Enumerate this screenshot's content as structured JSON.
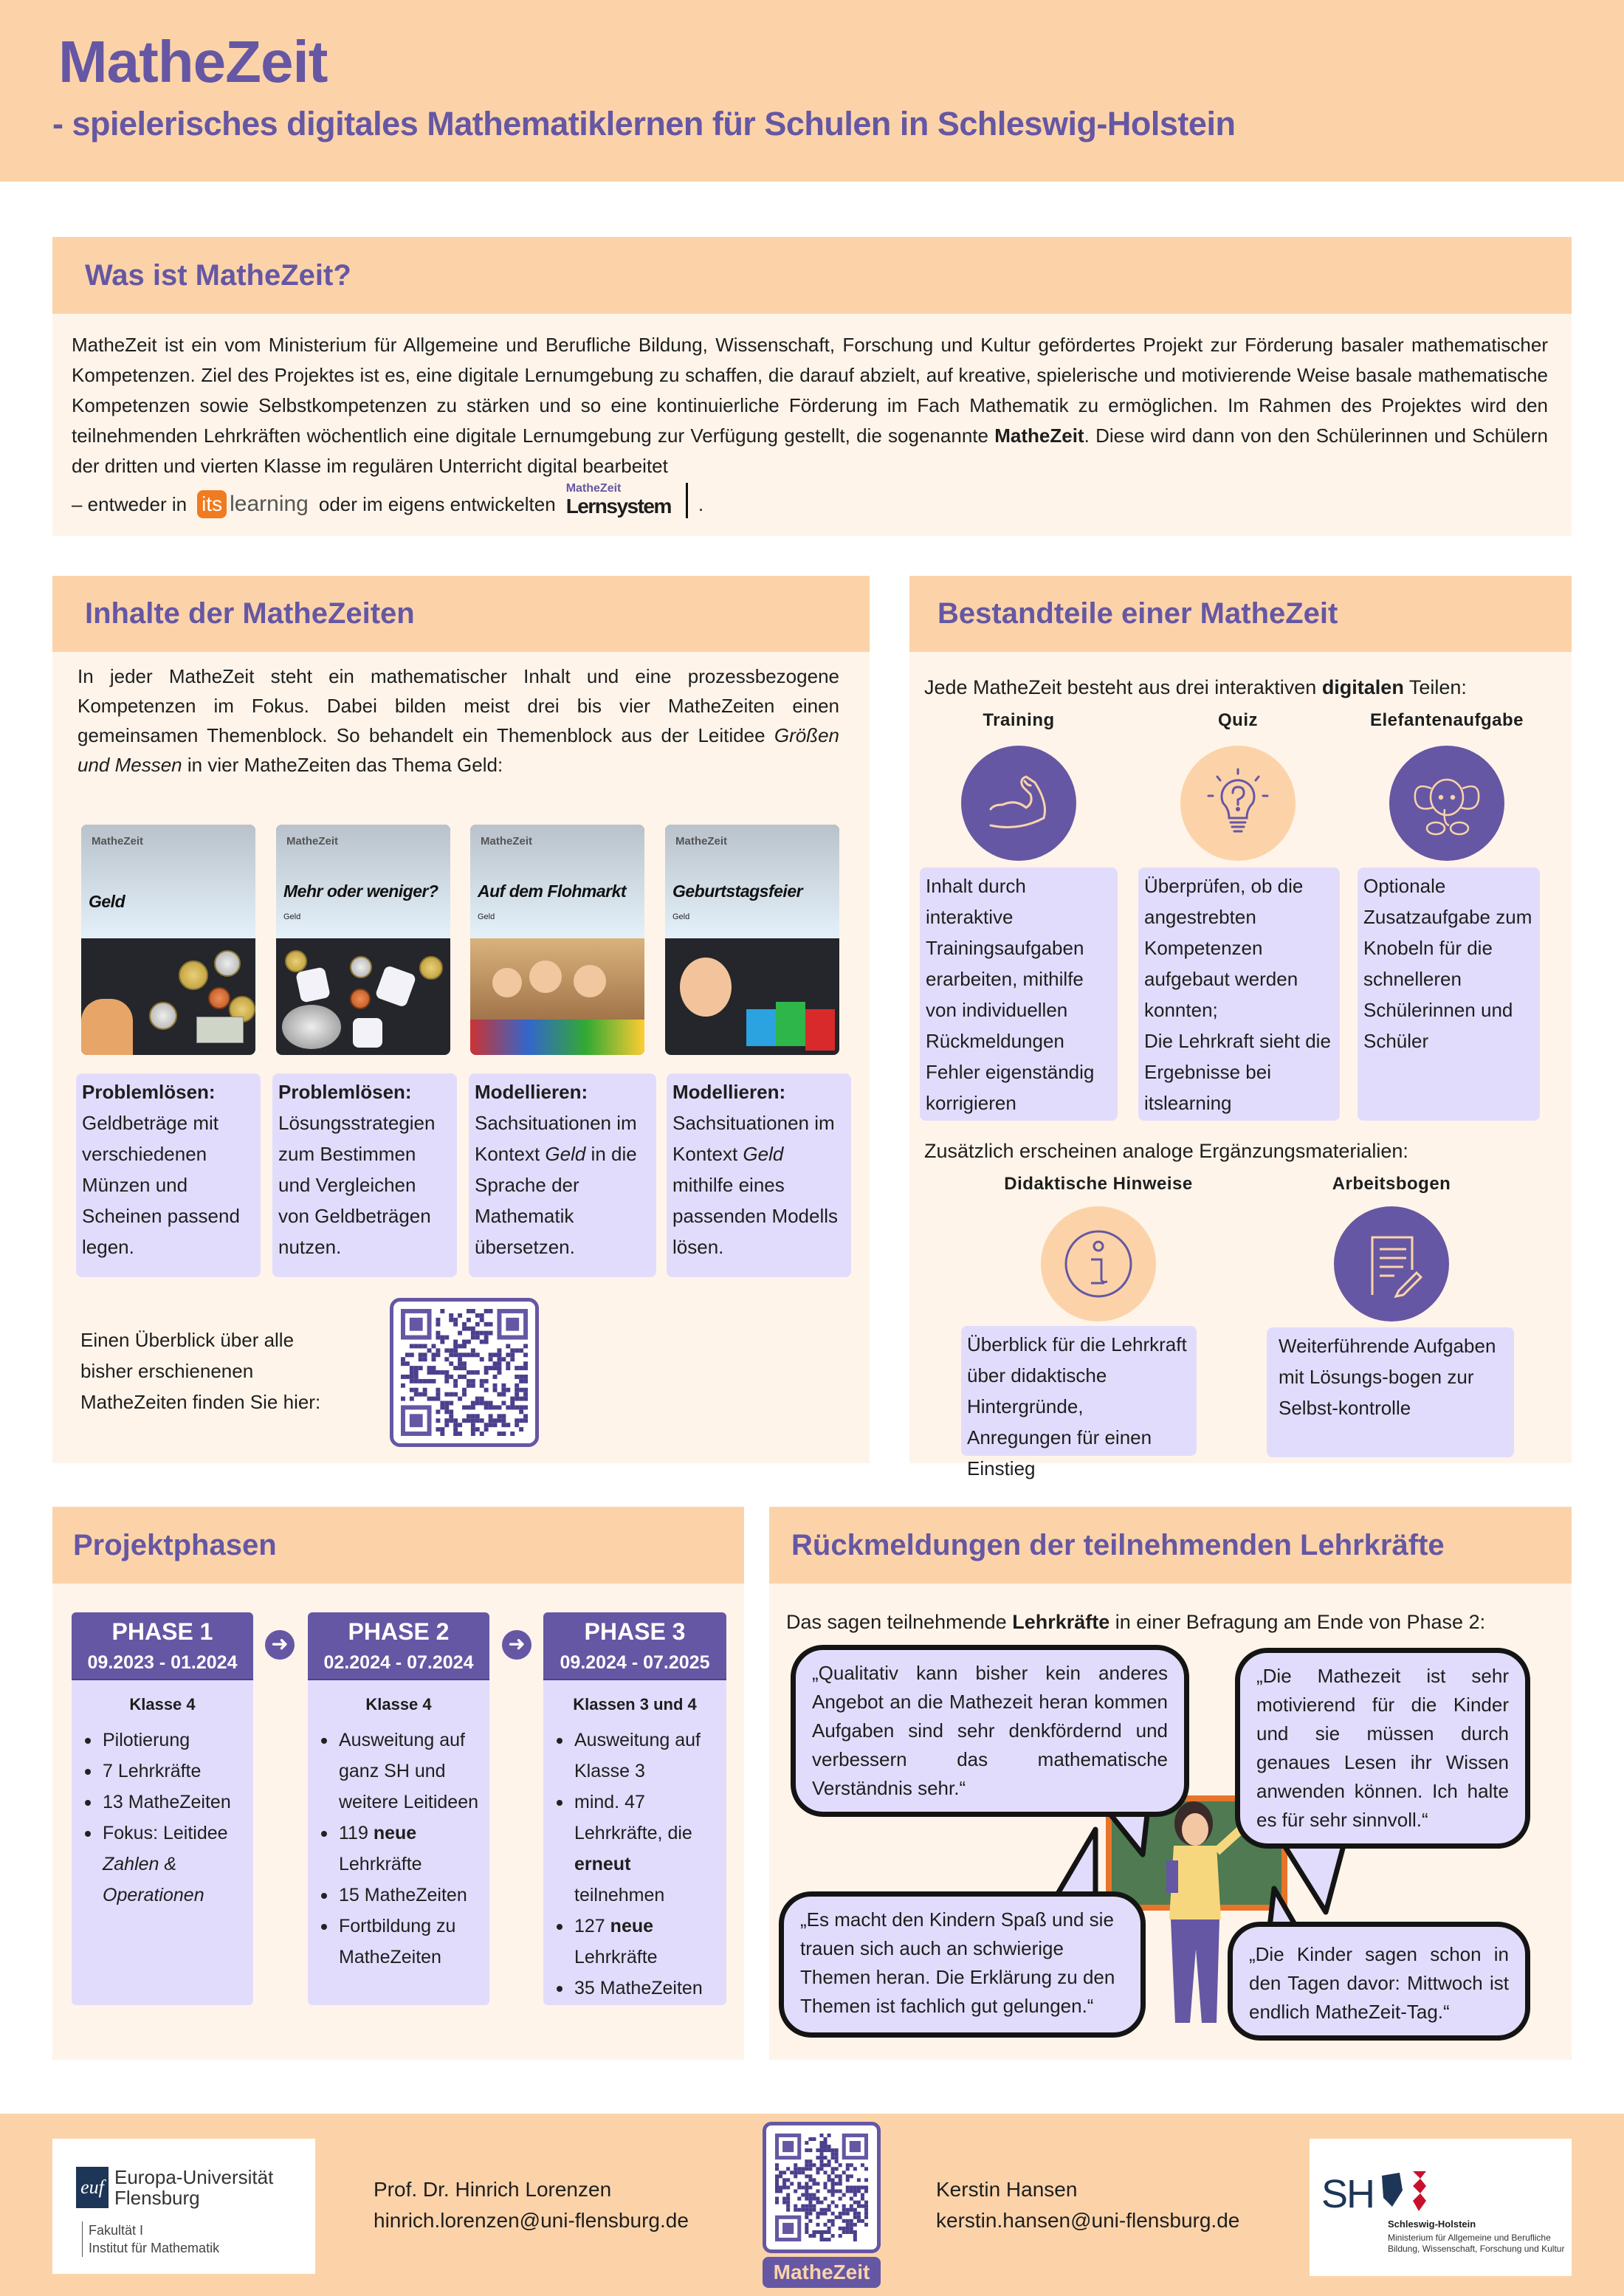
{
  "header": {
    "title": "MatheZeit",
    "subtitle": "- spielerisches digitales Mathematiklernen für Schulen in Schleswig-Holstein"
  },
  "intro": {
    "heading": "Was ist MatheZeit?",
    "p1": "MatheZeit ist ein vom Ministerium für Allgemeine und Berufliche Bildung, Wissenschaft, Forschung und Kultur gefördertes Projekt zur Förderung basaler mathematischer Kompetenzen. Ziel des Projektes ist es, eine digitale Lernumgebung zu schaffen, die darauf abzielt, auf kreative, spielerische und motivierende Weise basale mathematische Kompetenzen sowie Selbstkompetenzen zu stärken und so eine kontinuierliche Förderung im Fach Mathematik zu ermöglichen. Im Rahmen des Projektes wird den teilnehmenden Lehrkräften wöchentlich eine digitale Lernumgebung zur Verfügung gestellt, die sogenannte ",
    "bold": "MatheZeit",
    "p2": ". Diese wird dann von den Schülerinnen und Schülern der dritten und vierten Klasse im regulären Unterricht digital bearbeitet",
    "p3": "– entweder in",
    "its": "its",
    "learning": "learning",
    "p4": "oder im eigens entwickelten",
    "lern_top": "MatheZeit",
    "lern_main": "Lernsystem",
    "p5": "."
  },
  "inhalte": {
    "heading": "Inhalte der MatheZeiten",
    "p1": "In jeder MatheZeit steht ein mathematischer Inhalt und eine prozessbezogene Kompetenzen im Fokus. Dabei bilden meist drei bis vier MatheZeiten einen gemeinsamen Themenblock. So behandelt ein Themenblock aus der Leitidee ",
    "italic": "Größen und Messen",
    "p2": " in vier MatheZeiten das Thema Geld:",
    "tiles": [
      {
        "brand": "MatheZeit",
        "title": "Geld",
        "sub": ""
      },
      {
        "brand": "MatheZeit",
        "title": "Mehr oder weniger?",
        "sub": "Geld"
      },
      {
        "brand": "MatheZeit",
        "title": "Auf dem Flohmarkt",
        "sub": "Geld"
      },
      {
        "brand": "MatheZeit",
        "title": "Geburtstagsfeier",
        "sub": "Geld"
      }
    ],
    "cards": [
      {
        "head": "Problemlösen:",
        "a": "Geldbeträge mit verschiedenen Münzen und Scheinen passend legen.",
        "i": "",
        "b": ""
      },
      {
        "head": "Problemlösen:",
        "a": "Lösungsstrategien zum Bestimmen und Vergleichen von Geldbeträgen nutzen.",
        "i": "",
        "b": ""
      },
      {
        "head": "Modellieren:",
        "a": "Sachsituationen im Kontext ",
        "i": "Geld",
        "b": " in die Sprache der Mathematik übersetzen."
      },
      {
        "head": "Modellieren:",
        "a": "Sachsituationen im Kontext ",
        "i": "Geld",
        "b": " mithilfe eines passenden Modells lösen."
      }
    ],
    "overview": "Einen Überblick über alle bisher erschienenen MatheZeiten finden Sie hier:"
  },
  "bestandteile": {
    "heading": "Bestandteile einer MatheZeit",
    "intro_a": "Jede MatheZeit besteht aus drei interaktiven ",
    "intro_bold": "digitalen",
    "intro_b": " Teilen:",
    "digital": [
      {
        "title": "Training",
        "icon": "muscle-icon",
        "text": "Inhalt durch interaktive Trainingsaufgaben erarbeiten, mithilfe von individuellen Rückmeldungen Fehler eigenständig korrigieren"
      },
      {
        "title": "Quiz",
        "icon": "lightbulb-question-icon",
        "text": "Überprüfen, ob die angestrebten Kompetenzen aufgebaut werden konnten;\nDie Lehrkraft sieht die Ergebnisse bei itslearning"
      },
      {
        "title": "Elefantenaufgabe",
        "icon": "elephant-icon",
        "text": "Optionale Zusatzaufgabe zum Knobeln für die schnelleren Schülerinnen und Schüler"
      }
    ],
    "analog_intro": "Zusätzlich erscheinen analoge Ergänzungsmaterialien:",
    "analog": [
      {
        "title": "Didaktische Hinweise",
        "icon": "info-icon",
        "text": "Überblick für die Lehrkraft über didaktische Hintergründe, Anregungen für einen Einstieg"
      },
      {
        "title": "Arbeitsbogen",
        "icon": "worksheet-icon",
        "text": "Weiterführende Aufgaben mit Lösungs-bogen zur Selbst-kontrolle"
      }
    ]
  },
  "phasen": {
    "heading": "Projektphasen",
    "items": [
      {
        "name": "PHASE 1",
        "dates": "09.2023 - 01.2024",
        "klasse": "Klasse 4"
      },
      {
        "name": "PHASE 2",
        "dates": "02.2024 - 07.2024",
        "klasse": "Klasse 4"
      },
      {
        "name": "PHASE 3",
        "dates": "09.2024 - 07.2025",
        "klasse": "Klassen 3 und 4"
      }
    ],
    "p1": [
      "Pilotierung",
      "7 Lehrkräfte",
      "13 MatheZeiten",
      "Fokus: Leitidee "
    ],
    "p1_italic": "Zahlen & Operationen",
    "p2": {
      "b1": "Ausweitung auf ganz SH und weitere Leitideen",
      "b2a": "119 ",
      "b2bold": "neue",
      "b2b": " Lehrkräfte",
      "b3": "15 MatheZeiten",
      "b4": "Fortbildung zu MatheZeiten"
    },
    "p3": {
      "b1": "Ausweitung auf Klasse 3",
      "b2a": "mind. 47 Lehrkräfte, die ",
      "b2bold": "erneut",
      "b2b": " teilnehmen",
      "b3a": "127 ",
      "b3bold": "neue",
      "b3b": " Lehrkräfte",
      "b4": "35 MatheZeiten"
    }
  },
  "feedback": {
    "heading": "Rückmeldungen der teilnehmenden Lehrkräfte",
    "intro_a": "Das sagen teilnehmende ",
    "intro_bold": "Lehrkräfte",
    "intro_b": " in einer Befragung am Ende von Phase 2:",
    "quotes": [
      "„Qualitativ kann bisher kein anderes Angebot an die Mathezeit heran kommen Aufgaben sind sehr denkfördernd und verbessern das mathematische Verständnis sehr.“",
      "„Die Mathezeit ist sehr motivierend für die Kinder und sie müssen durch genaues Lesen ihr Wissen anwenden können. Ich halte es für sehr sinnvoll.“",
      "„Es macht den Kindern Spaß und sie trauen sich auch an schwierige Themen heran. Die Erklärung zu den Themen ist fachlich gut gelungen.“",
      "„Die Kinder sagen schon in den Tagen davor: Mittwoch ist endlich MatheZeit-Tag.“"
    ]
  },
  "footer": {
    "euf": {
      "abbr": "euf",
      "name1": "Europa-Universität",
      "name2": "Flensburg",
      "fak": "Fakultät I",
      "inst": "Institut für Mathematik"
    },
    "contact1": {
      "name": "Prof. Dr. Hinrich Lorenzen",
      "email": "hinrich.lorenzen@uni-flensburg.de"
    },
    "qr_label": "MatheZeit",
    "contact2": {
      "name": "Kerstin Hansen",
      "email": "kerstin.hansen@uni-flensburg.de"
    },
    "sh": {
      "abbr": "SH",
      "name": "Schleswig-Holstein",
      "ministry": "Ministerium für Allgemeine und Berufliche Bildung, Wissenschaft, Forschung und Kultur"
    }
  },
  "colors": {
    "purple": "#6557a3",
    "peach": "#fcd3a9",
    "cream": "#fef4ea",
    "lavender": "#e2dcfc"
  }
}
